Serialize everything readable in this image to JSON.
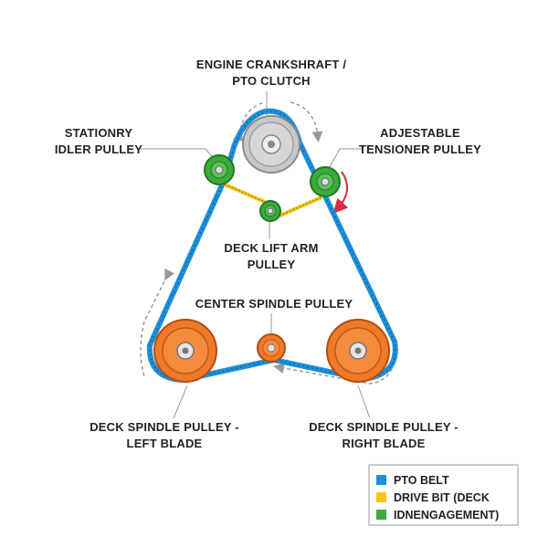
{
  "labels": {
    "engine_line1": "ENGINE CRANKSHRAFT /",
    "engine_line2": "PTO CLUTCH",
    "idler_line1": "STATIONRY",
    "idler_line2": "IDLER PULLEY",
    "tensioner_line1": "ADJESTABLE",
    "tensioner_line2": "TENSIONER PULLEY",
    "lift_line1": "DECK LIFT ARM",
    "lift_line2": "PULLEY",
    "center_spindle": "CENTER SPINDLE PULLEY",
    "left_line1": "DECK SPINDLE PULLEY -",
    "left_line2": "LEFT BLADE",
    "right_line1": "DECK SPINDLE PULLEY -",
    "right_line2": "RIGHT BLADE"
  },
  "legend": {
    "items": [
      {
        "label": "PTO BELT",
        "color": "#1e90d8"
      },
      {
        "label": "DRIVE BIT (DECK",
        "color": "#f5c518"
      },
      {
        "label": "IDNENGAGEMENT)",
        "color": "#3caa3c"
      }
    ]
  },
  "colors": {
    "pto_belt": "#1e90d8",
    "drive_belt": "#f5c518",
    "idler_green": "#3caa3c",
    "spindle_orange": "#f07a2a",
    "engine_gray": "#c8c8c8",
    "direction_arrow": "#d83040"
  }
}
